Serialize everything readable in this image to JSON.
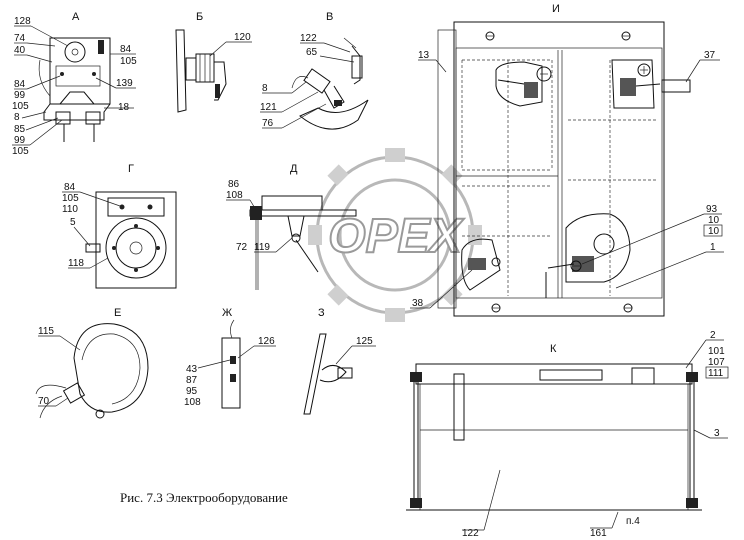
{
  "caption": "Рис. 7.3 Электрооборудование",
  "watermark": "OPEX",
  "views": {
    "A": "А",
    "B": "Б",
    "V": "В",
    "G": "Г",
    "D": "Д",
    "E": "Е",
    "Zh": "Ж",
    "Z": "З",
    "I": "И",
    "K": "К"
  },
  "labels": {
    "a_128": "128",
    "a_74": "74",
    "a_40": "40",
    "a_84": "84",
    "a_105": "105",
    "a_139": "139",
    "a_84b": "84",
    "a_99": "99",
    "a_105b": "105",
    "a_18": "18",
    "a_8": "8",
    "a_85": "85",
    "a_99b": "99",
    "a_105c": "105",
    "b_120": "120",
    "v_122": "122",
    "v_65": "65",
    "v_8": "8",
    "v_121": "121",
    "v_76": "76",
    "g_84": "84",
    "g_105": "105",
    "g_110": "110",
    "g_5": "5",
    "g_118": "118",
    "d_86": "86",
    "d_108": "108",
    "d_72": "72",
    "d_119": "119",
    "e_115": "115",
    "e_70": "70",
    "zh_43": "43",
    "zh_87": "87",
    "zh_95": "95",
    "zh_108": "108",
    "zh_126": "126",
    "z_125": "125",
    "i_13": "13",
    "i_37": "37",
    "i_93": "93",
    "i_10": "10",
    "i_10b": "10",
    "i_1": "1",
    "i_38": "38",
    "k_2": "2",
    "k_101": "101",
    "k_107": "107",
    "k_111": "111",
    "k_3": "3",
    "k_122": "122",
    "k_161": "161",
    "k_p4": "п.4"
  }
}
